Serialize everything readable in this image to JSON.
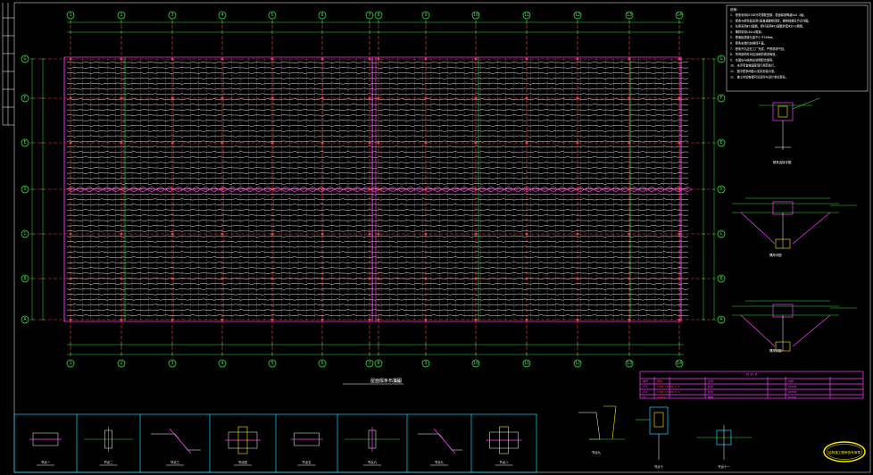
{
  "drawing": {
    "plan_title": "屋面檩条布置图",
    "plan_scale": "1:100",
    "column_axes": [
      "1",
      "2",
      "3",
      "4",
      "5",
      "6",
      "7",
      "8",
      "9",
      "10",
      "11",
      "12",
      "13",
      "14"
    ],
    "row_axes": [
      "G",
      "F",
      "E",
      "D",
      "C",
      "B",
      "A"
    ],
    "notes_title": "说明：",
    "notes": [
      "1. 檩条采用Q235B冷弯薄壁型钢，表面除锈等级Sa2.5级。",
      "2. 檩条与檩托板采用C级普通螺栓连接，螺栓规格见节点详图。",
      "3. 拉条采用Φ12圆钢，撑杆采用Φ12圆钢外套Φ32×2钢管。",
      "4. 隅撑采用L50×4角钢。",
      "5. 屋面板搭接长度不小于150mm。",
      "6. 檩条安装时应确保平直。",
      "7. 檩条开孔应在工厂完成，严禁现场气割。",
      "8. 所有钢构件均应涂刷防锈漆两道。",
      "9. 本图应与结构总说明配合使用。",
      "10. 未尽事宜按国家现行规范执行。",
      "11. 图中檩条间距以实际安装为准。",
      "12. 施工时如有疑问请及时与设计单位联系。"
    ],
    "detail_captions": [
      "檩条连接详图",
      "隅撑详图",
      "隅撑详图"
    ],
    "table_title": "材 料 表",
    "table_rows": [
      [
        "编号",
        "规格",
        "名称",
        "材质"
      ],
      [
        "LT1",
        "C200×70×20×2.5",
        "檩条",
        "Q235B"
      ],
      [
        "LT2",
        "C200×70×20×2.5",
        "檩条",
        "Q235B"
      ],
      [
        "YC",
        "L50×4",
        "隅撑",
        "Q235B"
      ]
    ],
    "bottom_captions": [
      "节点一",
      "节点二",
      "节点三",
      "节点四",
      "节点五",
      "节点六",
      "节点七",
      "节点八"
    ],
    "bottom_right_captions": [
      "节点九",
      "节点十",
      "节点十一"
    ],
    "stamp_text": "结构施工图审查专用章"
  }
}
